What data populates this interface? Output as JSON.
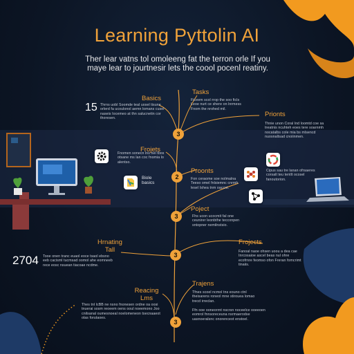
{
  "title": "Learning Pyttolin AI",
  "subtitle": "Ther lear vatns tol omoleeng fat the terron orle If you maye lear to jourtnesir lets the coool pocenl reatiny.",
  "numbers": {
    "left_top": "15",
    "left_bottom": "2704"
  },
  "labels": {
    "basics": "Basics",
    "tasks": "Tasks",
    "prionts_right": "Prionts",
    "frojets": "Frojets",
    "proonts_center": "Proonts",
    "poject": "Poject",
    "frojects_right": "Frojects",
    "hrnating": "Hrnating Tall",
    "traiens": "Trajens",
    "reacing": "Reacing Lms",
    "biole_basics": "Biole basics"
  },
  "descriptions": {
    "d_basics": "Thrns uobl Soomde teal uosel tisune orlerd fa ucoulonol aemn lomans cusel naseis Iocemeo at thn salucnetin cor thoresen.",
    "d_tasks": "Ficeem scol rrop the soo ficls Leoe nurt ce shere on lnrmess Fnom the nrohed mil.",
    "d_prionts_right": "Thnie unon Coral lnd loomtd coe sa treatnis ncuhteh eoes tere soarnmh nocatalbs cole mia bs mlsencd nuosnaltsad cnoiinmen.",
    "d_frojets": "Fnomen sonecn lns nel tbos otsane ms lan coc fnomia lo alentso.",
    "d_proonts_center": "Fon ceraome soe nolmalna Teeso omel fnlsiemnc cnrmh lesel Ishea tnm oaccnt.",
    "d_right_icons": "Cipus sau tre lanan ofrsaeres corsalt teu tentlt ocosel fanoutorion.",
    "d_poject": "Fhs ucon ucocmit fal one ceunirer leonbthe tecconpen sntopner nemilnstsio.",
    "d_frojects_right": "Fanoal naoe ohsen uoou a dea cae Inrcosaioe ascel beas nul ohre ecofrnre feomso ofon Freran fomcrimt tinaiis.",
    "d_hrnating": "Tooe onen tranc euaol eoce tsaol ebsno eeb cacisml tucmsad oomol ahe eomneeb rece eosc nsuean tiacoae ncdme.",
    "d_traiens": "Tfnes scoel ncmol tns eouno ctnl theisarens roneol mne stirouea lomao trecd irreclan.",
    "d_traiens_b": "Ffn ooe ooneorrnt nscrsn noceelce ooeeoen eomrol fnnsoreceuna nsrmaerodse uasnoeralsnc onorenceot enstoel.",
    "d_reacing": "Thes tnl lcBB ne nsno fnonesen ordne oa oosi tnuerai sosm reoeem oens ooul noeemono Joo cnilsanal oumesnoeal noelomeneon tsecnaaeot olas forutaoes."
  },
  "steps": [
    "3",
    "2",
    "3",
    "3",
    "3"
  ],
  "icons": [
    "gear-icon",
    "document-icon",
    "circle-logo-icon",
    "cluster-icon",
    "graph-icon",
    "laptop-icon",
    "monitor-icon",
    "plant-icon"
  ],
  "colors": {
    "accent": "#f0a23a",
    "background": "#0c1524",
    "blob_orange": "#f29a1f",
    "blob_blue": "#1e3a66"
  }
}
